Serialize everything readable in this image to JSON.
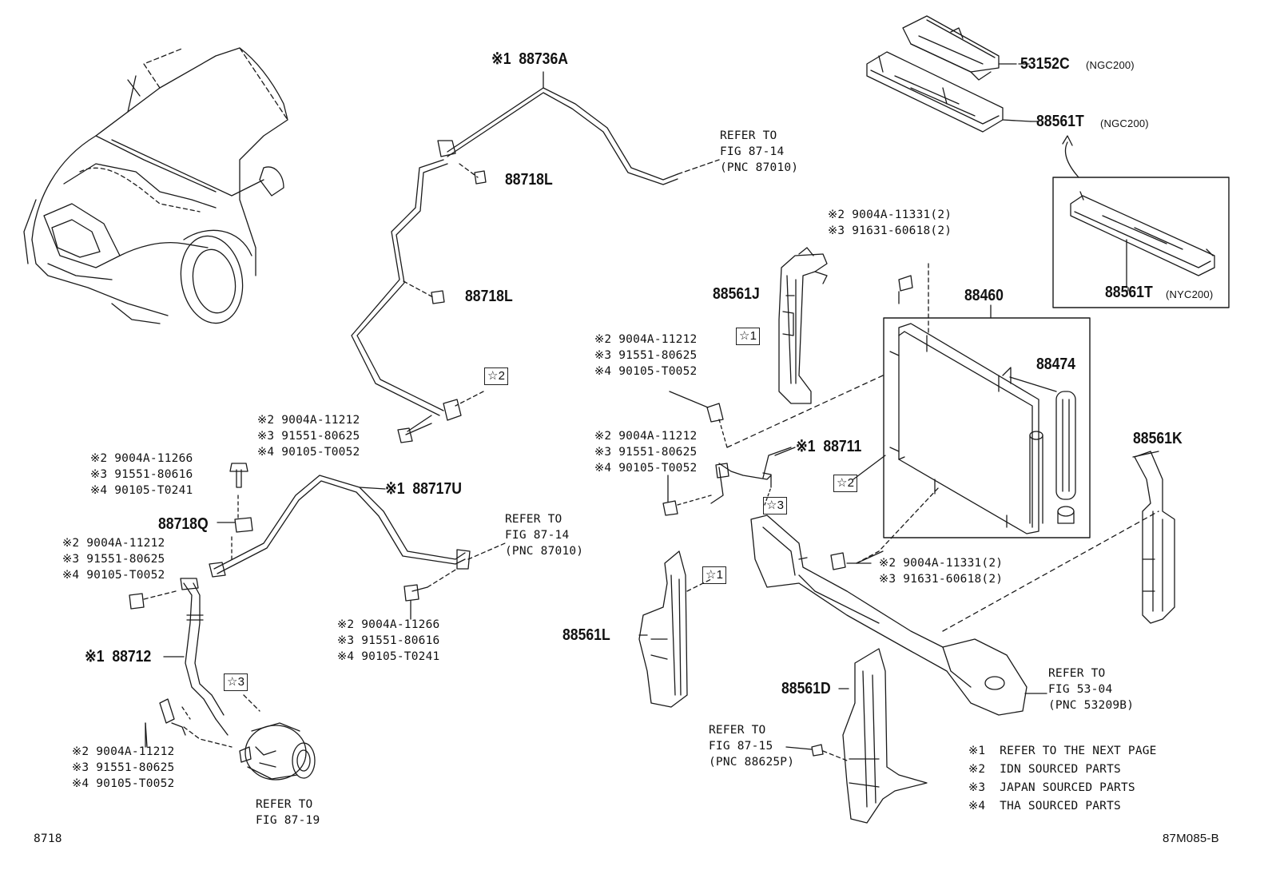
{
  "labels": {
    "p88736A": "※1  88736A",
    "p88718L_a": "88718L",
    "p88718L_b": "88718L",
    "refer_87014_a": "REFER TO\nFIG 87-14\n(PNC 87010)",
    "star2_top": "☆2",
    "bolt_a": "※2 9004A-11212\n※3 91551-80625\n※4 90105-T0052",
    "bolt_b": "※2 9004A-11266\n※3 91551-80616\n※4 90105-T0241",
    "p88718Q": "88718Q",
    "bolt_c": "※2 9004A-11212\n※3 91551-80625\n※4 90105-T0052",
    "p88717U": "※1  88717U",
    "refer_87014_b": "REFER TO\nFIG 87-14\n(PNC 87010)",
    "bolt_d": "※2 9004A-11266\n※3 91551-80616\n※4 90105-T0241",
    "p88712": "※1  88712",
    "star3_left": "☆3",
    "bolt_e": "※2 9004A-11212\n※3 91551-80625\n※4 90105-T0052",
    "refer_87019": "REFER TO\nFIG 87-19",
    "p53152C": "53152C",
    "ngc200_a": "(NGC200)",
    "p88561T_top": "88561T",
    "ngc200_b": "(NGC200)",
    "p88561T_bottom": "88561T",
    "nyc200": "(NYC200)",
    "bolt_f": "※2 9004A-11331(2)\n※3 91631-60618(2)",
    "p88561J": "88561J",
    "star1_j": "☆1",
    "p88460": "88460",
    "p88474": "88474",
    "bolt_g": "※2 9004A-11212\n※3 91551-80625\n※4 90105-T0052",
    "bolt_h": "※2 9004A-11212\n※3 91551-80625\n※4 90105-T0052",
    "p88711": "※1  88711",
    "star2_right": "☆2",
    "star3_right": "☆3",
    "p88561K": "88561K",
    "bolt_i": "※2 9004A-11331(2)\n※3 91631-60618(2)",
    "star1_l": "☆1",
    "p88561L": "88561L",
    "refer_53004": "REFER TO\nFIG 53-04\n(PNC 53209B)",
    "p88561D": "88561D",
    "refer_87015": "REFER TO\nFIG 87-15\n(PNC 88625P)",
    "fig_no": "8718",
    "ref_code": "87M085-B"
  },
  "legend": [
    {
      "mark": "※1",
      "text": "REFER TO THE NEXT PAGE"
    },
    {
      "mark": "※2",
      "text": "IDN SOURCED PARTS"
    },
    {
      "mark": "※3",
      "text": "JAPAN SOURCED PARTS"
    },
    {
      "mark": "※4",
      "text": "THA SOURCED PARTS"
    }
  ],
  "line_color": "#1a1a1a"
}
